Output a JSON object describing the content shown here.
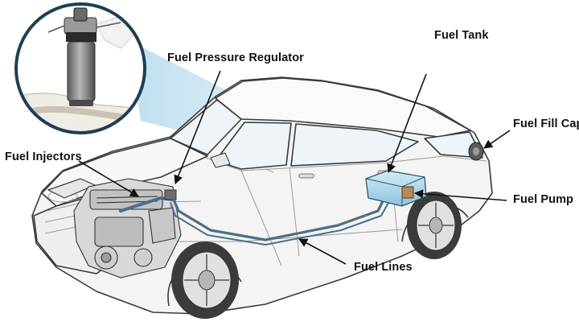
{
  "diagram": {
    "labels": {
      "fuel_tank": "Fuel Tank",
      "fuel_pressure_regulator": "Fuel Pressure Regulator",
      "fuel_fill_cap": "Fuel Fill Cap",
      "fuel_injectors": "Fuel Injectors",
      "fuel_pump": "Fuel Pump",
      "fuel_lines": "Fuel Lines"
    },
    "colors": {
      "outline": "#3a3a3a",
      "car_fill": "#f4f4f4",
      "detail": "#9a9a9a",
      "fuel_line": "#4d6f86",
      "tank_fill": "#a9d4ea",
      "highlight_beam": "#a9d4ea",
      "inset_ring": "#1e3f55",
      "pump_body": "#8a8a8a"
    }
  }
}
